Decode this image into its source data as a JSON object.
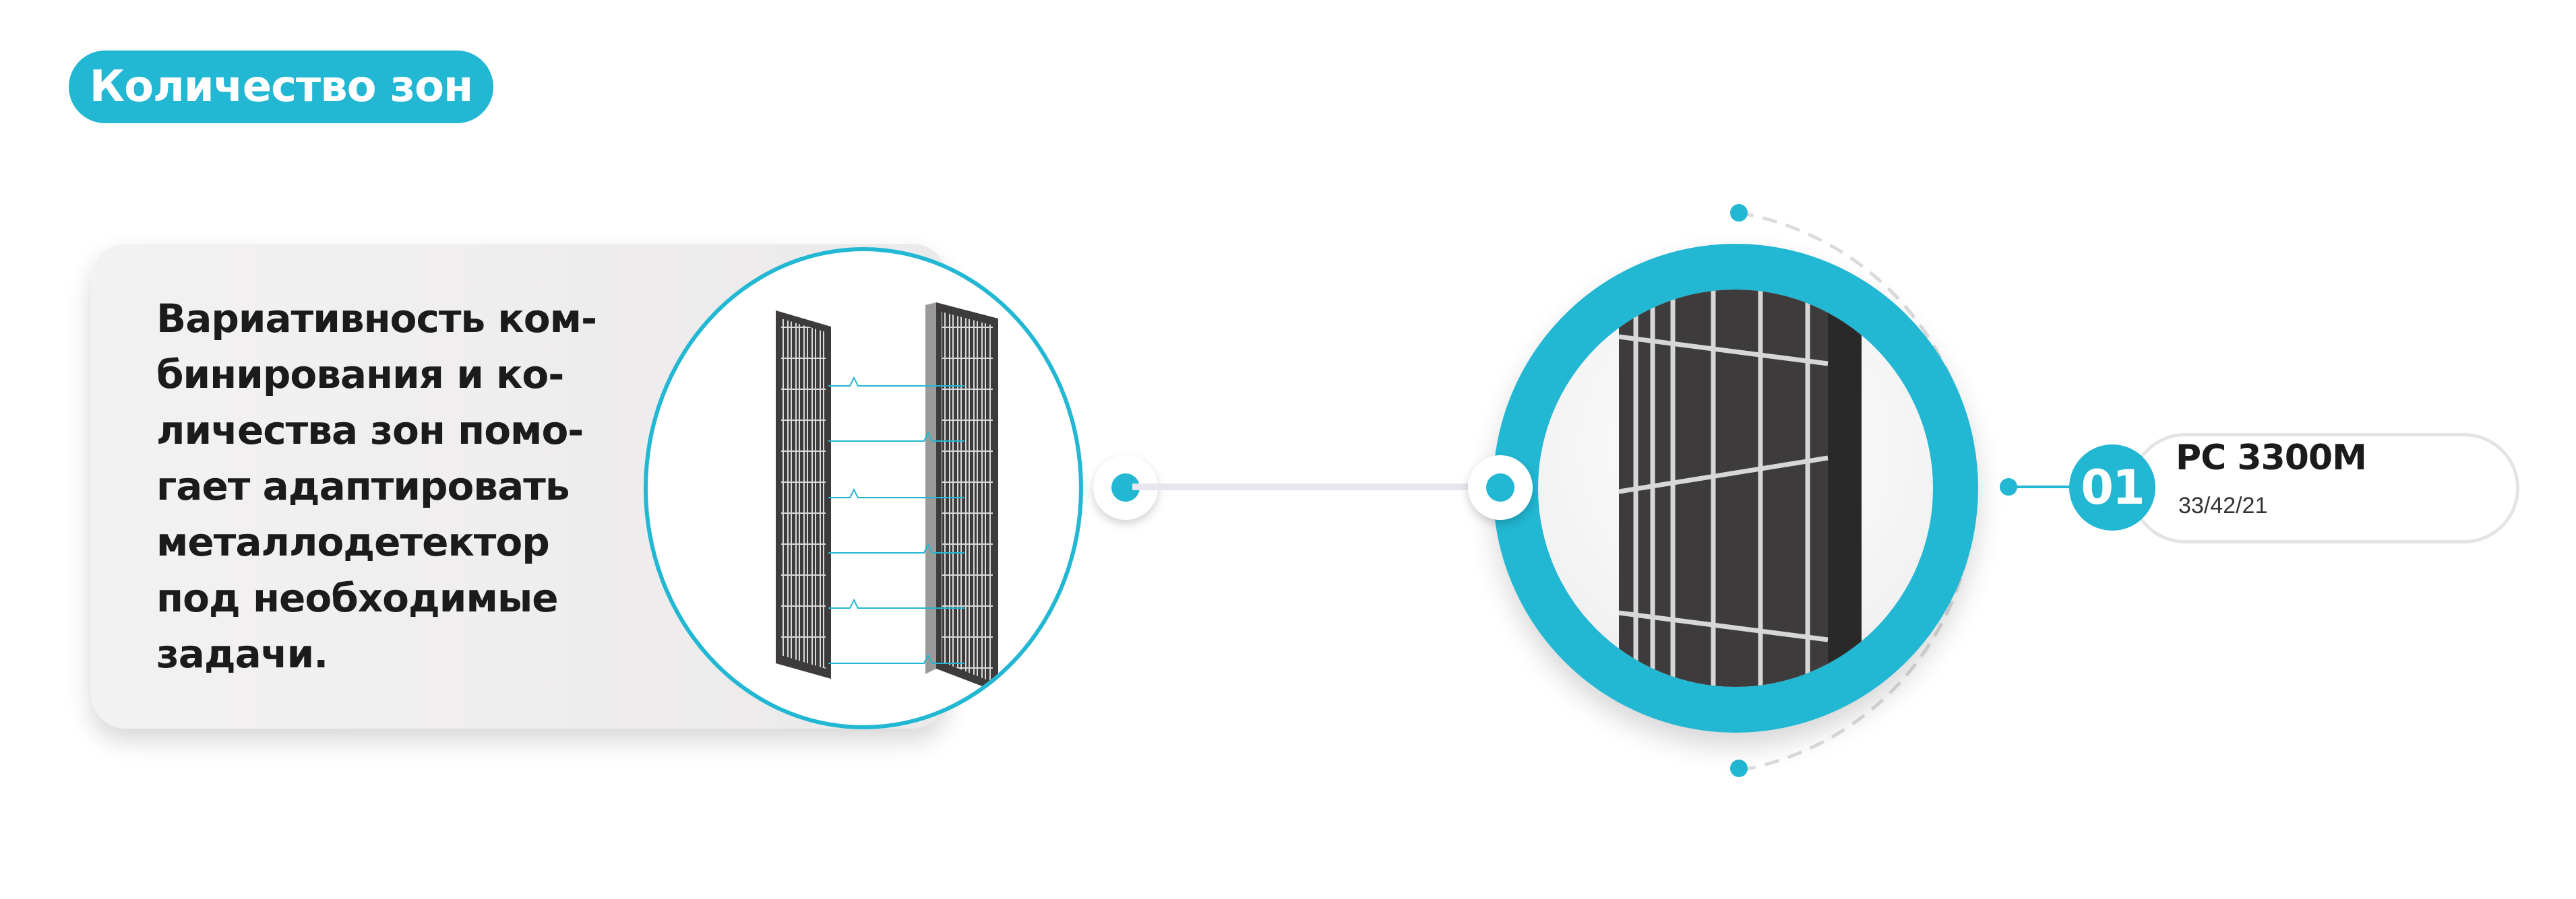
{
  "header": {
    "title": "Количество зон"
  },
  "description": {
    "lines": [
      "Вариативность ком-",
      "бинирования и ко-",
      "личества зон помо-",
      "гает адаптировать",
      "металлодетектор",
      "под необходимые",
      "задачи."
    ]
  },
  "model": {
    "number": "01",
    "name": "PC 3300M",
    "zones": "33/42/21"
  },
  "colors": {
    "accent": "#22b7d2",
    "card": "#efeeee",
    "text": "#1b1b1b",
    "panel_dark": "#3d3b3c",
    "connector": "#e7e6ee"
  },
  "icons": {
    "detector": "walk-through-metal-detector-icon",
    "panel": "detector-panel-closeup-icon"
  }
}
